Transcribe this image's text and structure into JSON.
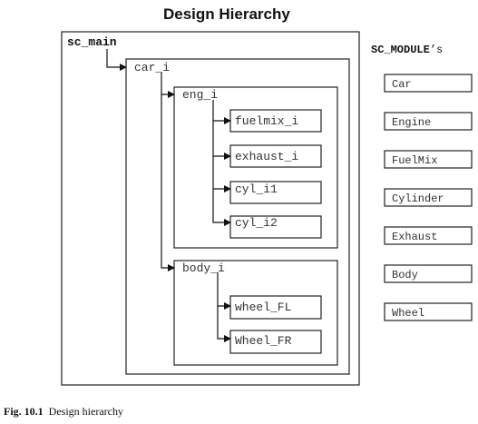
{
  "title": "Design Hierarchy",
  "hierarchy": {
    "root": "sc_main",
    "car": "car_i",
    "engine": "eng_i",
    "fuelmix": "fuelmix_i",
    "exhaust": "exhaust_i",
    "cyl1": "cyl_i1",
    "cyl2": "cyl_i2",
    "body": "body_i",
    "wheel_fl": "wheel_FL",
    "wheel_fr": "Wheel_FR"
  },
  "modules": {
    "heading_bold": "SC_MODULE",
    "heading_suffix": "’s",
    "items": [
      "Car",
      "Engine",
      "FuelMix",
      "Cylinder",
      "Exhaust",
      "Body",
      "Wheel"
    ]
  },
  "caption": {
    "label": "Fig. 10.1",
    "text": "Design hierarchy"
  }
}
